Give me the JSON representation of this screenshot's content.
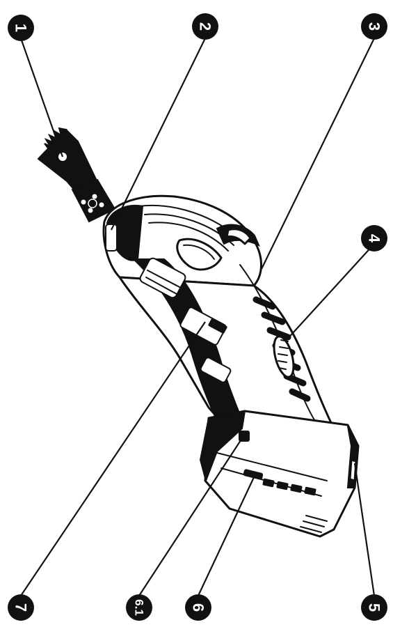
{
  "callouts": [
    {
      "id": "1",
      "label": "1"
    },
    {
      "id": "2",
      "label": "2"
    },
    {
      "id": "3",
      "label": "3"
    },
    {
      "id": "4",
      "label": "4"
    },
    {
      "id": "5",
      "label": "5"
    },
    {
      "id": "6",
      "label": "6"
    },
    {
      "id": "6.1",
      "label": "6.1"
    },
    {
      "id": "7",
      "label": "7"
    }
  ],
  "colors": {
    "ink": "#111111",
    "background": "#ffffff",
    "callout_text": "#ffffff"
  }
}
